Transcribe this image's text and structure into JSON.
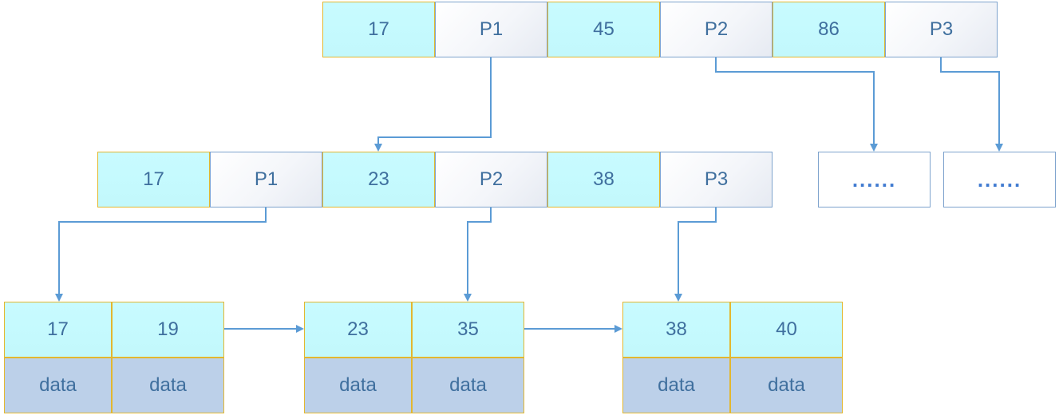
{
  "root": {
    "keys": [
      "17",
      "45",
      "86"
    ],
    "pointers": [
      "P1",
      "P2",
      "P3"
    ]
  },
  "internal": {
    "keys": [
      "17",
      "23",
      "38"
    ],
    "pointers": [
      "P1",
      "P2",
      "P3"
    ]
  },
  "placeholders": [
    "......",
    "......"
  ],
  "leaves": [
    {
      "keys": [
        "17",
        "19"
      ],
      "data": [
        "data",
        "data"
      ]
    },
    {
      "keys": [
        "23",
        "35"
      ],
      "data": [
        "data",
        "data"
      ]
    },
    {
      "keys": [
        "38",
        "40"
      ],
      "data": [
        "data",
        "data"
      ]
    }
  ],
  "colors": {
    "key_fill": "#c5faff",
    "key_border": "#e3b72f",
    "pointer_border": "#7ea3cd",
    "data_fill": "#bcd0e9",
    "arrow": "#5b9bd5",
    "text": "#3f6f9e"
  }
}
